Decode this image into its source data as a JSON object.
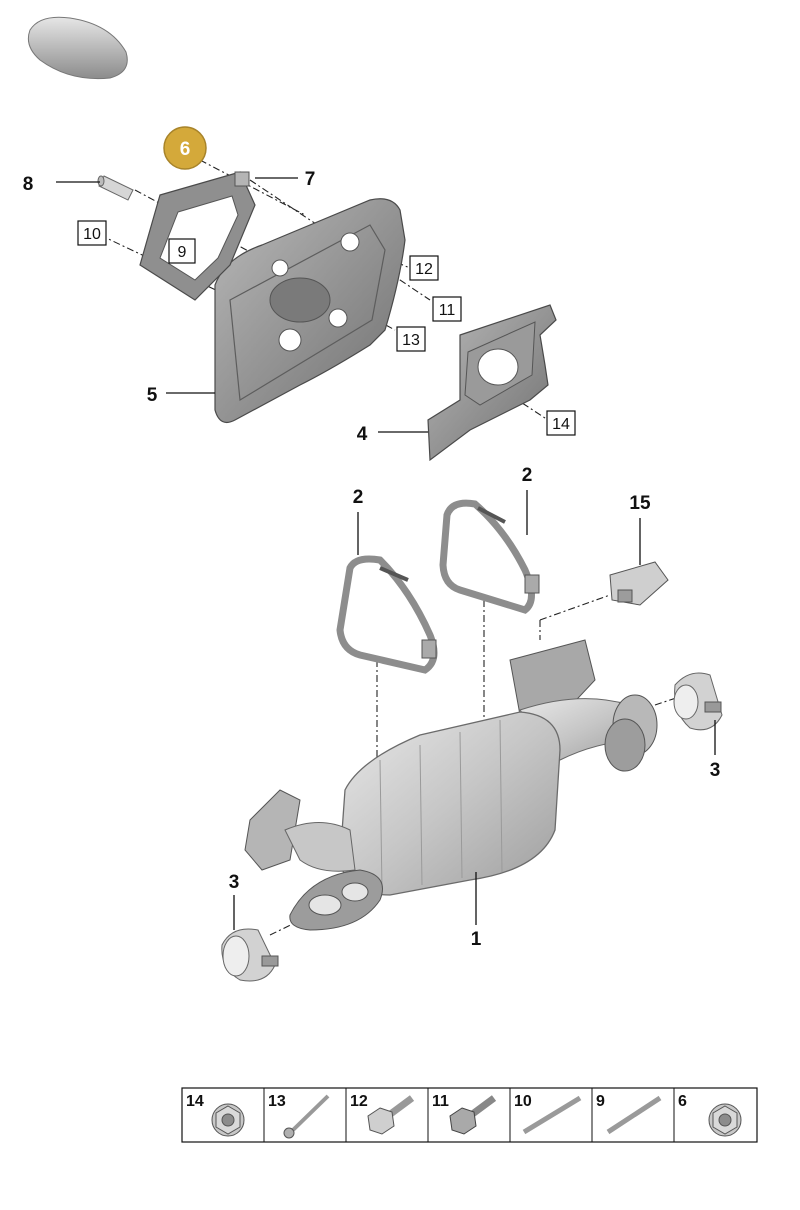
{
  "callouts": {
    "c1": "1",
    "c2a": "2",
    "c2b": "2",
    "c3a": "3",
    "c3b": "3",
    "c4": "4",
    "c5": "5",
    "c6": "6",
    "c7": "7",
    "c8": "8",
    "c9": "9",
    "c10": "10",
    "c11": "11",
    "c12": "12",
    "c13": "13",
    "c14": "14",
    "c15": "15"
  },
  "legend": [
    "14",
    "13",
    "12",
    "11",
    "10",
    "9",
    "6"
  ],
  "colors": {
    "part_fill": "#c9c9c9",
    "shield_fill": "#8a8a8a",
    "highlight": "#d4a93a"
  }
}
